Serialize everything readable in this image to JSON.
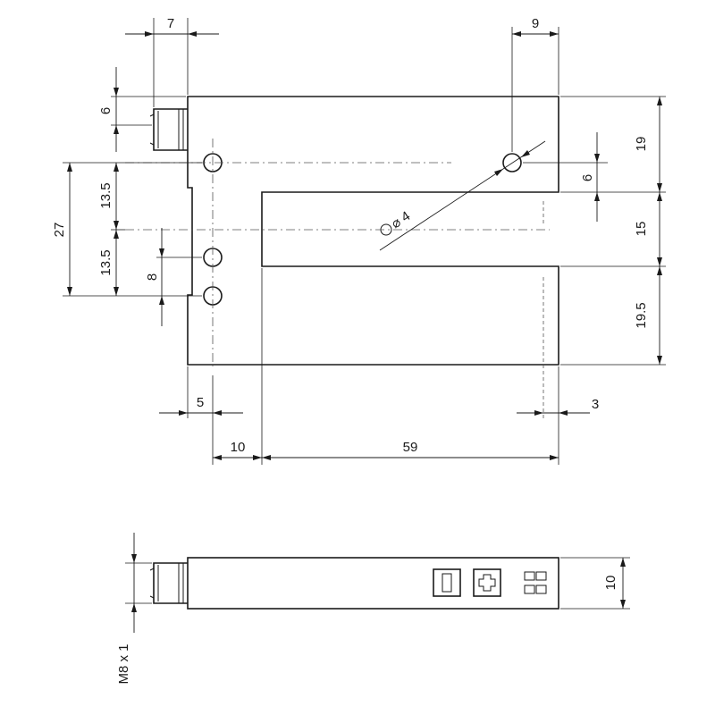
{
  "dimensions": {
    "connector_offset": "7",
    "connector_height": "6",
    "hole_upper_spacing": "13.5",
    "hole_total_spacing": "27",
    "hole_lower_spacing": "13.5",
    "hole_pair_spacing": "8",
    "hole_left_offset": "5",
    "slot_offset_left": "10",
    "slot_depth": "59",
    "right_hole_offset": "9",
    "right_hole_to_slot": "6",
    "top_to_slot": "19",
    "slot_width": "15",
    "bottom_to_slot": "19.5",
    "right_edge_offset": "3",
    "hole_diameter": "4",
    "side_thickness": "10",
    "thread": "M8 x 1"
  }
}
